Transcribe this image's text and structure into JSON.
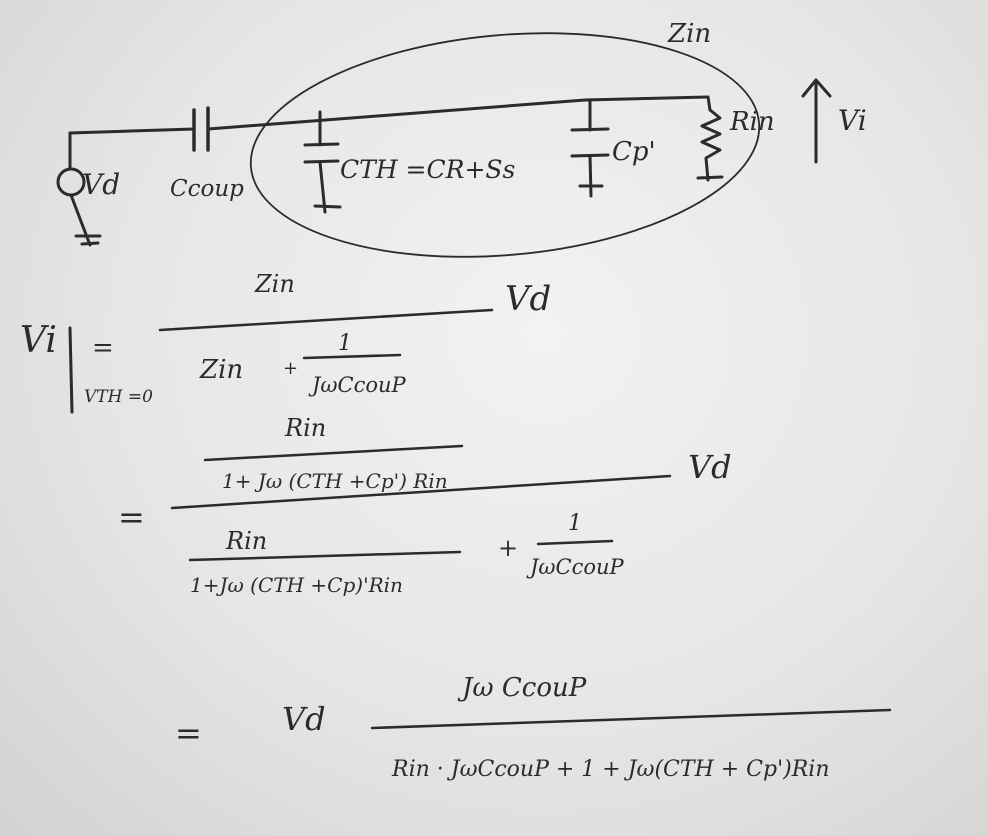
{
  "circuit": {
    "source_label": "Vd",
    "coupling_cap_label": "Ccoup",
    "cth_label": "CTH =CR+Ss",
    "cp_label": "Cp'",
    "rin_label": "Rin",
    "vi_label": "Vi",
    "zin_label": "Zin"
  },
  "equations": {
    "lhs": {
      "symbol": "Vi",
      "equals": "=",
      "condition": "VTH =0"
    },
    "eq1": {
      "numerator": "Zin",
      "denominator_term1": "Zin",
      "plus": "+",
      "frac_num": "1",
      "frac_den": "JωCcouP",
      "multiplier": "Vd"
    },
    "eq2": {
      "equals": "=",
      "top_num": "Rin",
      "top_den": "1+ Jω (CTH +Cp') Rin",
      "bot_num": "Rin",
      "bot_den": "1+Jω (CTH +Cp)'Rin",
      "plus": "+",
      "bot_frac_num": "1",
      "bot_frac_den": "JωCcouP",
      "multiplier": "Vd"
    },
    "eq3": {
      "equals": "=",
      "multiplier": "Vd",
      "numerator": "Jω CcouP",
      "denominator": "Rin · JωCcouP + 1 + Jω(CTH + Cp')Rin"
    }
  }
}
